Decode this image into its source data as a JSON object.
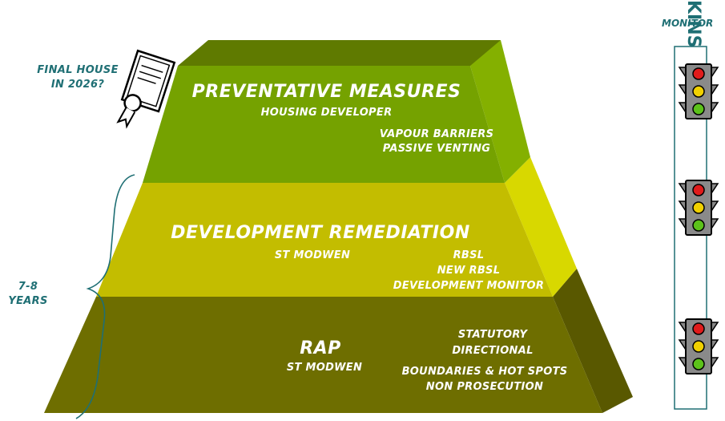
{
  "pyramid": {
    "top": {
      "title": "Preventative Measures",
      "subtitle": "Housing Developer",
      "items": [
        "Vapour Barriers",
        "Passive Venting"
      ],
      "color": "#78a000"
    },
    "middle": {
      "title": "Development Remediation",
      "subtitle": "St Modwen",
      "items": [
        "RBSL",
        "New RBSL",
        "Development Monitor"
      ],
      "color": "#c8c400"
    },
    "bottom": {
      "title": "RAP",
      "subtitle": "St Modwen",
      "items": [
        "Statutory",
        "Directional",
        "Boundaries & Hot Spots",
        "Non Prosecution"
      ],
      "color": "#6e6e00"
    }
  },
  "side_notes": {
    "final_house": [
      "Final House",
      "in 2026?"
    ],
    "years": [
      "7-8",
      "Years"
    ]
  },
  "monitor_panel": {
    "label": "Monitor",
    "vertical_text": "KINS",
    "traffic_light_count": 3,
    "light_colors": [
      "#e01b1b",
      "#f0d000",
      "#5cc21a"
    ]
  }
}
